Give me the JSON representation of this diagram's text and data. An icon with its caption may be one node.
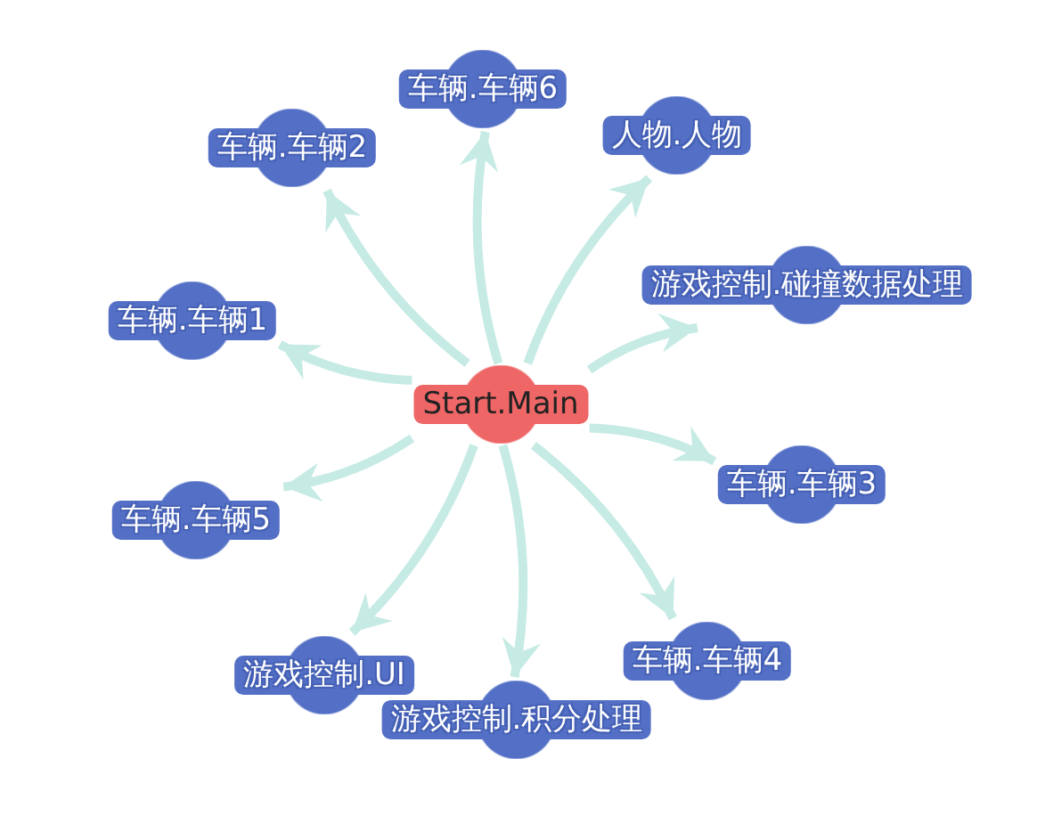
{
  "diagram": {
    "nodes": [
      {
        "text": [
          "车辆.车辆6"
        ]
      },
      {
        "text": [
          "车辆.车辆2"
        ]
      },
      {
        "text": [
          "人物.人物"
        ]
      },
      {
        "text": [
          "车辆.车辆1"
        ]
      },
      {
        "text": [
          "游戏控制.碰撞数据处理"
        ]
      },
      {
        "text": [
          "Start.Main"
        ]
      },
      {
        "text": [
          "车辆.车辆5"
        ]
      },
      {
        "text": [
          "车辆.车辆3"
        ]
      },
      {
        "text": [
          "游戏控制.UI"
        ]
      },
      {
        "text": [
          "车辆.车辆4"
        ]
      },
      {
        "text": [
          "游戏控制.积分处理"
        ]
      }
    ],
    "edges": [
      {
        "from": 5,
        "to": 0,
        "arrow": "to"
      },
      {
        "from": 5,
        "to": 1,
        "arrow": "to"
      },
      {
        "from": 5,
        "to": 2,
        "arrow": "to"
      },
      {
        "from": 5,
        "to": 3,
        "arrow": "to"
      },
      {
        "from": 5,
        "to": 4,
        "arrow": "to"
      },
      {
        "from": 5,
        "to": 6,
        "arrow": "to"
      },
      {
        "from": 5,
        "to": 7,
        "arrow": "to"
      },
      {
        "from": 5,
        "to": 8,
        "arrow": "to"
      },
      {
        "from": 5,
        "to": 9,
        "arrow": "to"
      },
      {
        "from": 5,
        "to": 10,
        "arrow": "to"
      }
    ]
  }
}
